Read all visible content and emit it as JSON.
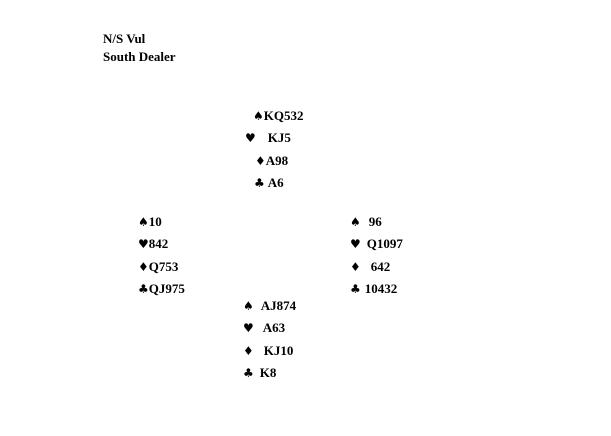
{
  "header": {
    "vulnerability": "N/S Vul",
    "dealer": "South Dealer"
  },
  "suits": {
    "spades": "♠",
    "hearts": "♥",
    "diamonds": "♦",
    "clubs": "♣"
  },
  "hands": {
    "north": {
      "spades": "KQ532",
      "hearts": "KJ5",
      "diamonds": "A98",
      "clubs": "A6"
    },
    "west": {
      "spades": "10",
      "hearts": "842",
      "diamonds": "Q753",
      "clubs": "QJ975"
    },
    "east": {
      "spades": "96",
      "hearts": "Q1097",
      "diamonds": "642",
      "clubs": "10432"
    },
    "south": {
      "spades": "AJ874",
      "hearts": "A63",
      "diamonds": "KJ10",
      "clubs": "K8"
    }
  }
}
